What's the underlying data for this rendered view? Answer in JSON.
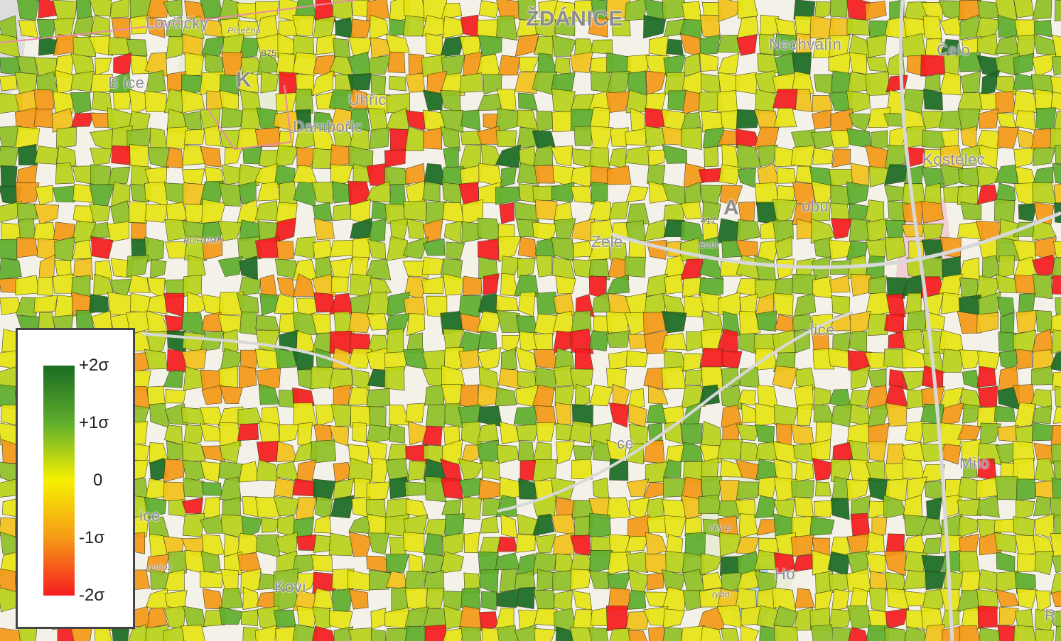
{
  "map": {
    "places": [
      {
        "key": "lovcicky",
        "label": "Lovčičky"
      },
      {
        "key": "pisecna",
        "label": "Písečná"
      },
      {
        "key": "road375",
        "label": "375"
      },
      {
        "key": "zdanice",
        "label": "ŽDÁNICE"
      },
      {
        "key": "k-letter",
        "label": "K"
      },
      {
        "key": "nechvalin",
        "label": "Nechvalín"
      },
      {
        "key": "celo",
        "label": "Čelo"
      },
      {
        "key": "bice",
        "label": "B   ice"
      },
      {
        "key": "uhric",
        "label": "Uhřic"
      },
      {
        "key": "dambor",
        "label": "Dambořic"
      },
      {
        "key": "bohum",
        "label": "BOHUMI"
      },
      {
        "key": "kostelec",
        "label": "Kostelec"
      },
      {
        "key": "zele",
        "label": "Zele"
      },
      {
        "key": "road417",
        "label": "417"
      },
      {
        "key": "a-letter",
        "label": "A"
      },
      {
        "key": "obu",
        "label": "obu"
      },
      {
        "key": "babi",
        "label": "Babí"
      },
      {
        "key": "lice",
        "label": "lice"
      },
      {
        "key": "ice-left",
        "label": "ice"
      },
      {
        "key": "ochoz",
        "label": "ochoz"
      },
      {
        "key": "kovi",
        "label": "Kovi"
      },
      {
        "key": "milo",
        "label": "Milo"
      },
      {
        "key": "ho",
        "label": "Ho"
      },
      {
        "key": "r-right",
        "label": "R"
      },
      {
        "key": "ce-mid",
        "label": "ce"
      },
      {
        "key": "cky",
        "label": "cký p."
      },
      {
        "key": "rybn",
        "label": "rybn."
      }
    ]
  },
  "legend": {
    "labels": [
      "+2σ",
      "+1σ",
      "0",
      "-1σ",
      "-2σ"
    ],
    "colors": [
      "#1b6b23",
      "#5fae2d",
      "#f7f000",
      "#f59a17",
      "#f61c1e"
    ]
  }
}
